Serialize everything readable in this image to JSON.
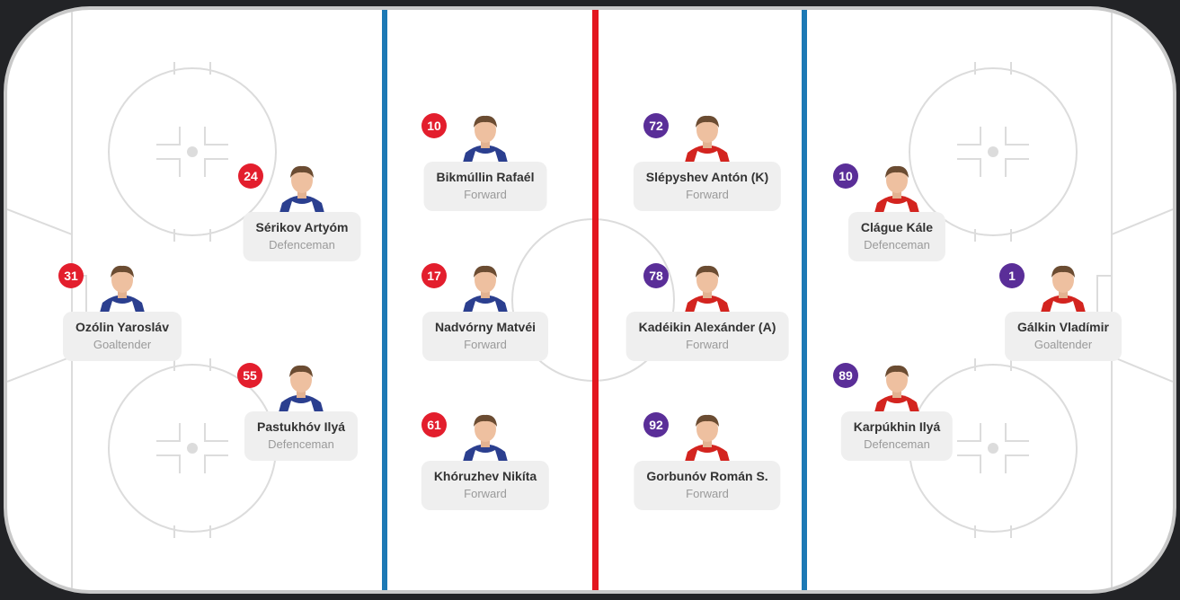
{
  "colors": {
    "home_badge": "#e31e2d",
    "away_badge": "#5a2e98",
    "blue_line": "#1c79b5",
    "red_line": "#e3161f",
    "home_jersey": "#2b3f8f",
    "away_jersey": "#d3241f"
  },
  "home": {
    "goaltender": {
      "number": "31",
      "name": "Ozólin Yarosláv",
      "position": "Goaltender"
    },
    "defence_top": {
      "number": "24",
      "name": "Sérikov Artyóm",
      "position": "Defenceman"
    },
    "defence_bottom": {
      "number": "55",
      "name": "Pastukhóv Ilyá",
      "position": "Defenceman"
    },
    "forward_top": {
      "number": "10",
      "name": "Bikmúllin Rafaél",
      "position": "Forward"
    },
    "forward_middle": {
      "number": "17",
      "name": "Nadvórny Matvéi",
      "position": "Forward"
    },
    "forward_bottom": {
      "number": "61",
      "name": "Khóruzhev Nikíta",
      "position": "Forward"
    }
  },
  "away": {
    "forward_top": {
      "number": "72",
      "name": "Slépyshev Antón (K)",
      "position": "Forward"
    },
    "forward_middle": {
      "number": "78",
      "name": "Kadéikin Alexánder (A)",
      "position": "Forward"
    },
    "forward_bottom": {
      "number": "92",
      "name": "Gorbunóv Román S.",
      "position": "Forward"
    },
    "defence_top": {
      "number": "10",
      "name": "Clágue Kále",
      "position": "Defenceman"
    },
    "defence_bottom": {
      "number": "89",
      "name": "Karpúkhin Ilyá",
      "position": "Defenceman"
    },
    "goaltender": {
      "number": "1",
      "name": "Gálkin Vladímir",
      "position": "Goaltender"
    }
  }
}
